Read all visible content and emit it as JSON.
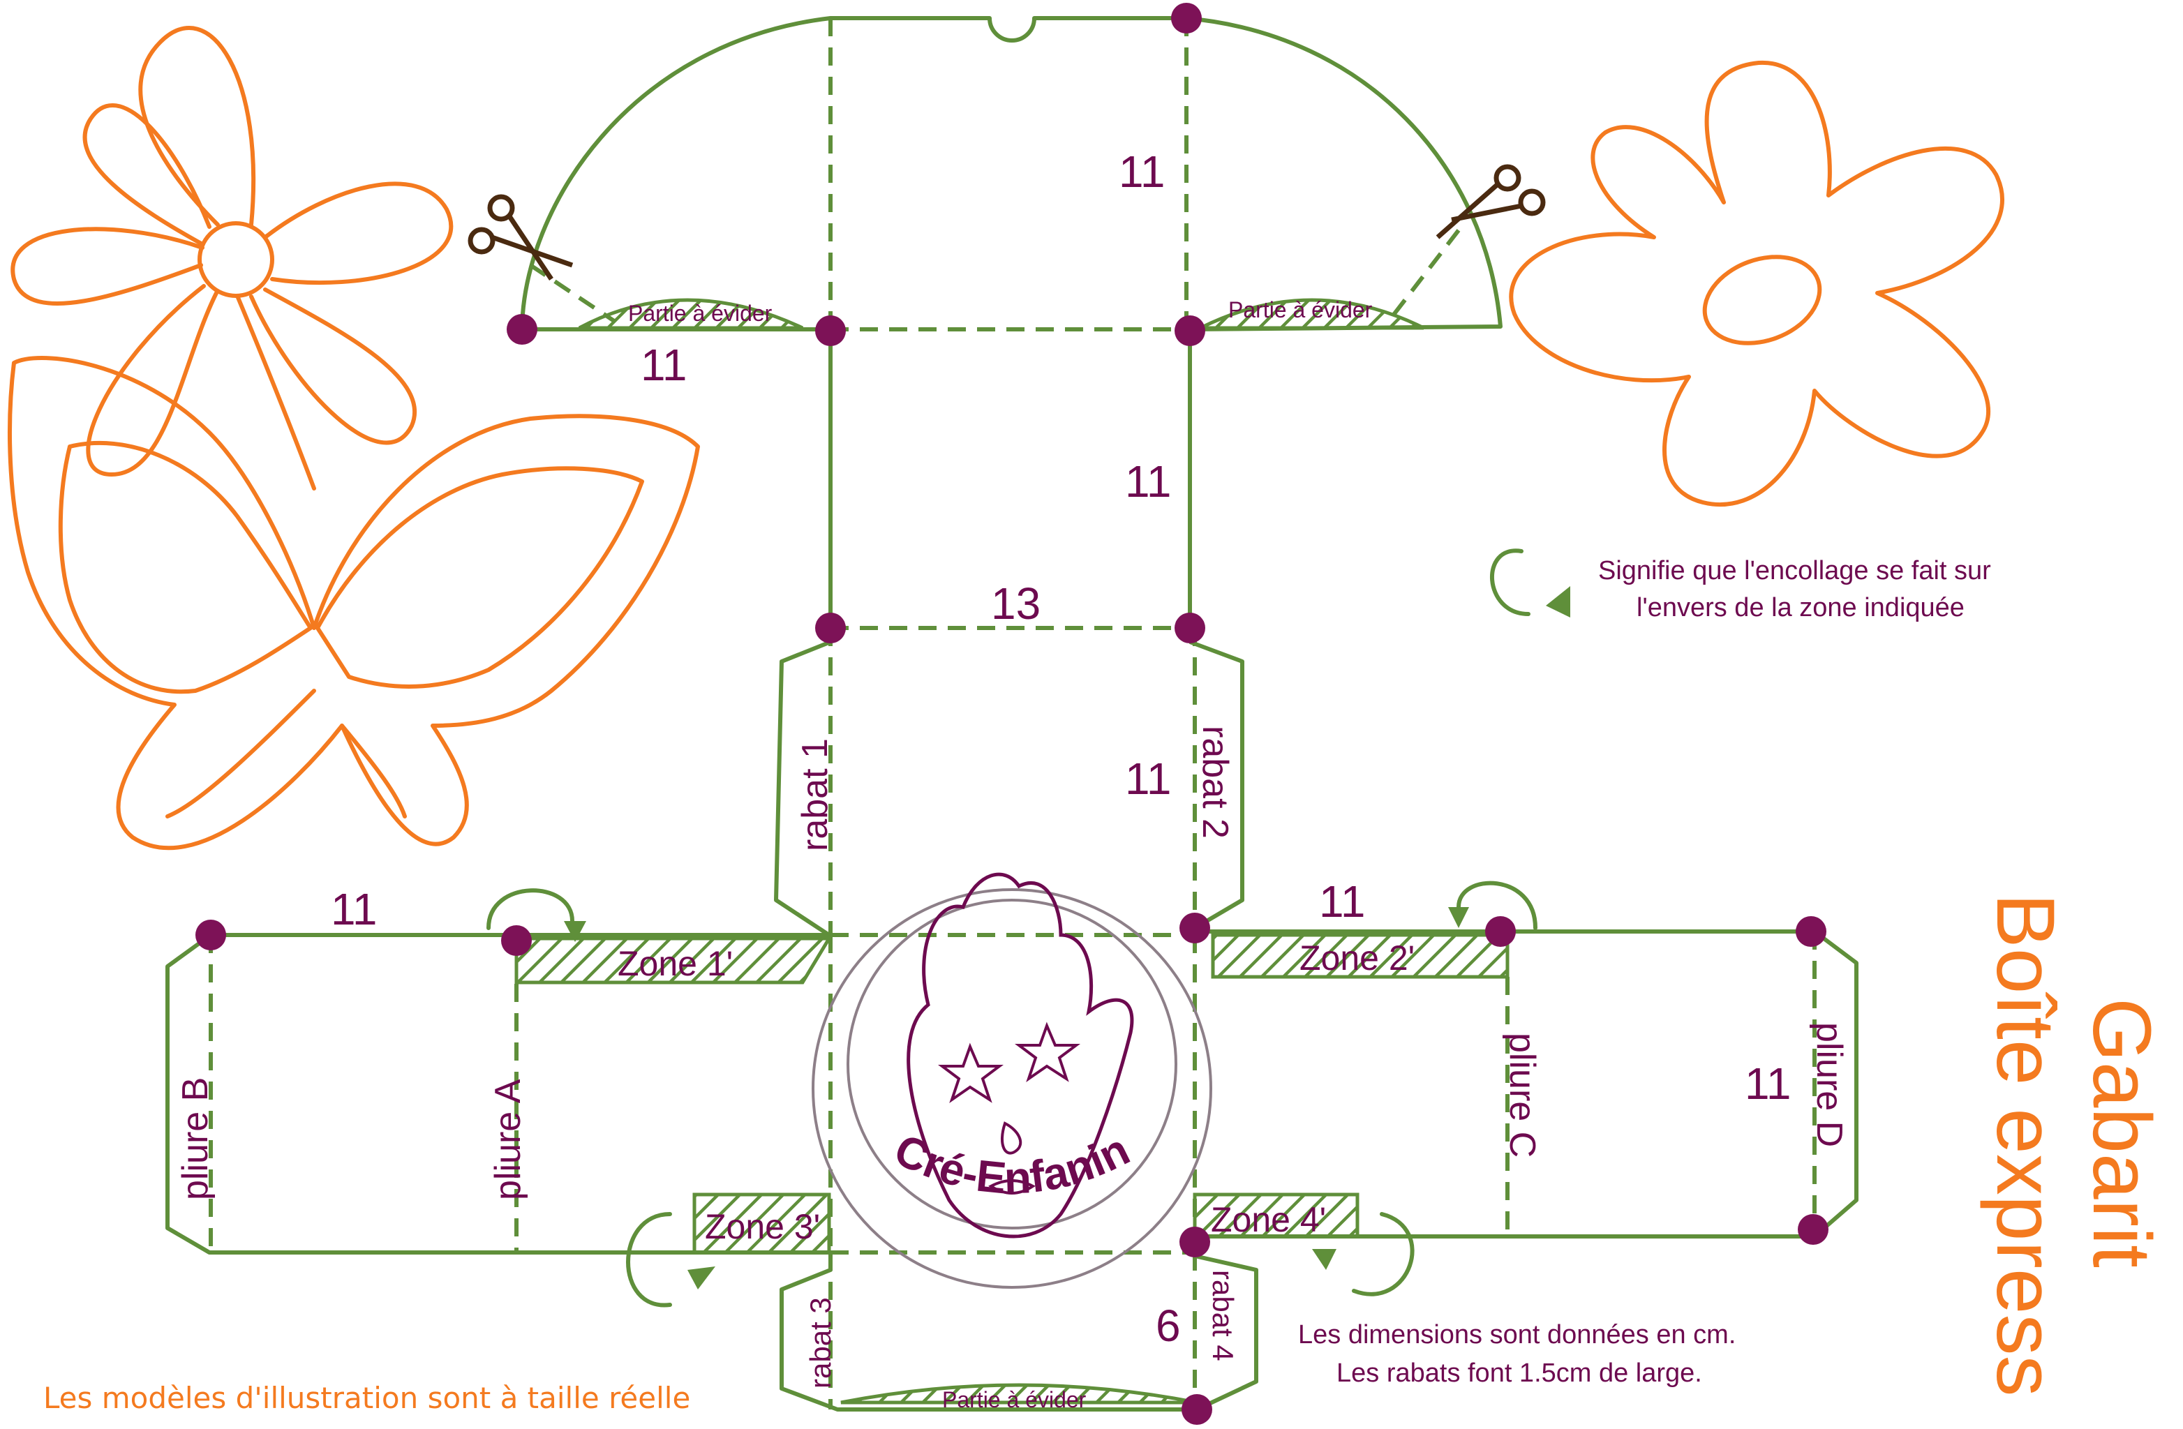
{
  "title": {
    "line1": "Gabarit",
    "line2": "Boîte express"
  },
  "dimensions": {
    "top_lid_height": "11",
    "top_lid_side": "11",
    "front_height": "11",
    "front_width": "13",
    "side_height": "11",
    "left_flap_width": "11",
    "right_flap_width": "11",
    "right_side_height": "11",
    "bottom_flap_height": "6"
  },
  "zones": {
    "zone1": "Zone 1'",
    "zone2": "Zone 2'",
    "zone3": "Zone 3'",
    "zone4": "Zone 4'"
  },
  "rabats": {
    "r1": "rabat 1",
    "r2": "rabat 2",
    "r3": "rabat 3",
    "r4": "rabat 4"
  },
  "pliures": {
    "a": "pliure A",
    "b": "pliure B",
    "c": "pliure C",
    "d": "pliure D"
  },
  "cutouts": {
    "left": "Partie à évider",
    "right": "Partie à évider",
    "bottom": "Partie à évider"
  },
  "notes": {
    "glue_line1": "Signifie que l'encollage se fait sur",
    "glue_line2": "l'envers de la zone indiquée",
    "dims_line1": "Les dimensions sont données en cm.",
    "dims_line2": "Les rabats  font 1.5cm de large.",
    "footer": "Les modèles d'illustration sont à taille réelle"
  },
  "logo": {
    "text": "Cré-Enfanin"
  },
  "colors": {
    "cut_line": "#5f8f3a",
    "text": "#6d0a4f",
    "accent": "#f47a1f",
    "dot": "#7d1257"
  }
}
